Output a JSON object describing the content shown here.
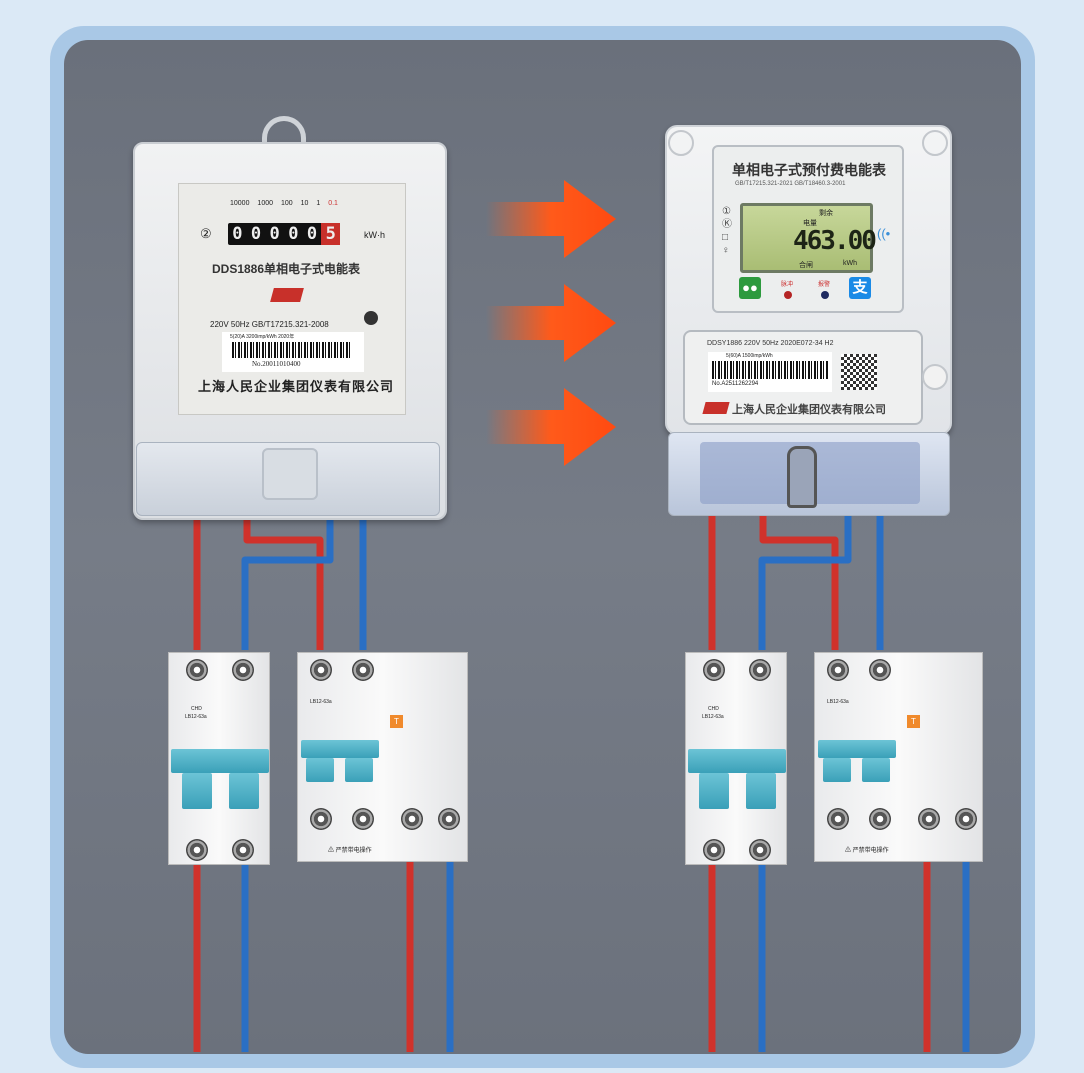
{
  "old_meter": {
    "dial_scale": [
      "10000",
      "1000",
      "100",
      "10",
      "1",
      "0.1"
    ],
    "digits": [
      "0",
      "0",
      "0",
      "0",
      "0",
      "5"
    ],
    "circle_mark": "②",
    "unit": "kW·h",
    "model": "DDS1886单相电子式电能表",
    "ratings": "220V  50Hz  GB/T17215.321-2008",
    "label_line": "5(20)A   3200imp/kWh   2020年",
    "serial": "No.20011010400",
    "manufacturer": "上海人民企业集团仪表有限公司"
  },
  "new_meter": {
    "title": "单相电子式预付费电能表",
    "standards": "GB/T17215.321-2021   GB/T18460.3-2001",
    "lcd_top": "剩余",
    "lcd_label": "电量",
    "reading": "463.00",
    "lcd_status": "合闸",
    "lcd_unit": "kWh",
    "led_pulse": "脉冲",
    "led_alarm": "报警",
    "model_line": "DDSY1886  220V 50Hz  2020E072-34  H2",
    "label_line": "5(60)A  1500imp/kWh",
    "serial": "No.A2511262294",
    "manufacturer": "上海人民企业集团仪表有限公司"
  },
  "breakers": {
    "mcb_brand": "CHD",
    "mcb_model": "LB12-63a",
    "rcbo_model": "LB12-63a",
    "rcbo_test": "T",
    "rcbo_warning": "严禁带电操作"
  },
  "colors": {
    "live": "#d0322b",
    "neutral": "#2a6fc4",
    "arrow": "#ff5a1a",
    "handle": "#4bb0c8"
  }
}
